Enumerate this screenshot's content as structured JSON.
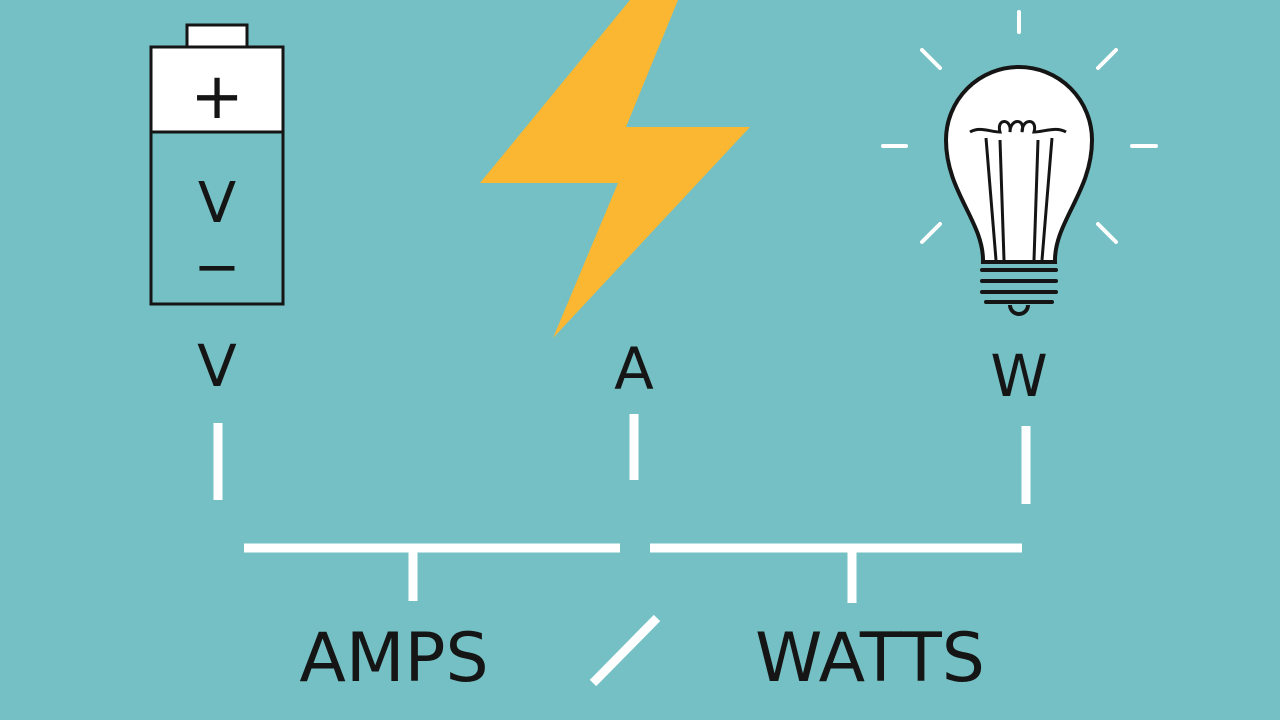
{
  "colors": {
    "background": "#74C0C4",
    "ink": "#151515",
    "bolt": "#FBB731",
    "connector": "#FFFFFF",
    "bulb_fill": "#FFFFFF",
    "battery_top_fill": "#FFFFFF"
  },
  "icons": {
    "battery": "battery-icon",
    "bolt": "lightning-bolt-icon",
    "bulb": "light-bulb-icon"
  },
  "battery": {
    "plus_symbol": "+",
    "unit_symbol": "V",
    "minus_symbol": "−"
  },
  "labels": {
    "volts": "V",
    "amps": "A",
    "watts": "W"
  },
  "bottom": {
    "left_word": "AMPS",
    "right_word": "WATTS"
  }
}
